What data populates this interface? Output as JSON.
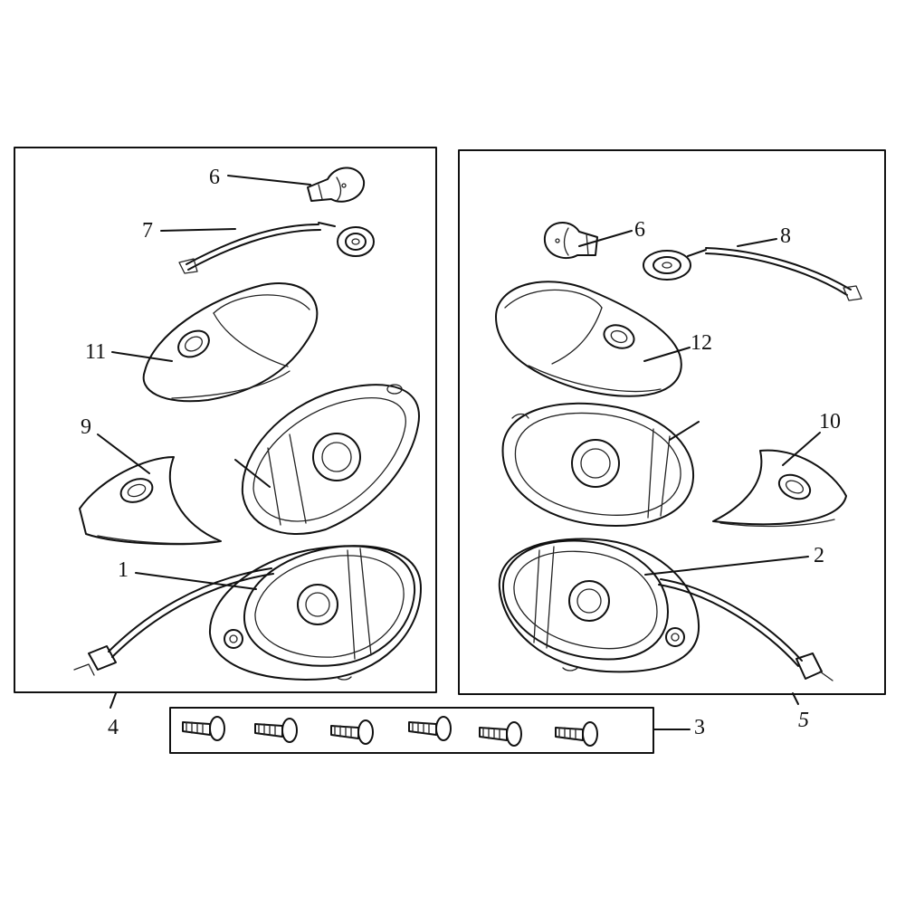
{
  "callouts": {
    "c1": "1",
    "c2": "2",
    "c3": "3",
    "c4": "4",
    "c5": "5",
    "c6_left": "6",
    "c6_right": "6",
    "c7": "7",
    "c8": "8",
    "c9": "9",
    "c10": "10",
    "c11": "11",
    "c12": "12"
  },
  "icons": {
    "bulb": "bulb-icon",
    "socket": "bulb-socket-icon",
    "screw": "screw-icon"
  },
  "colors": {
    "line": "#111111",
    "background": "#ffffff"
  }
}
